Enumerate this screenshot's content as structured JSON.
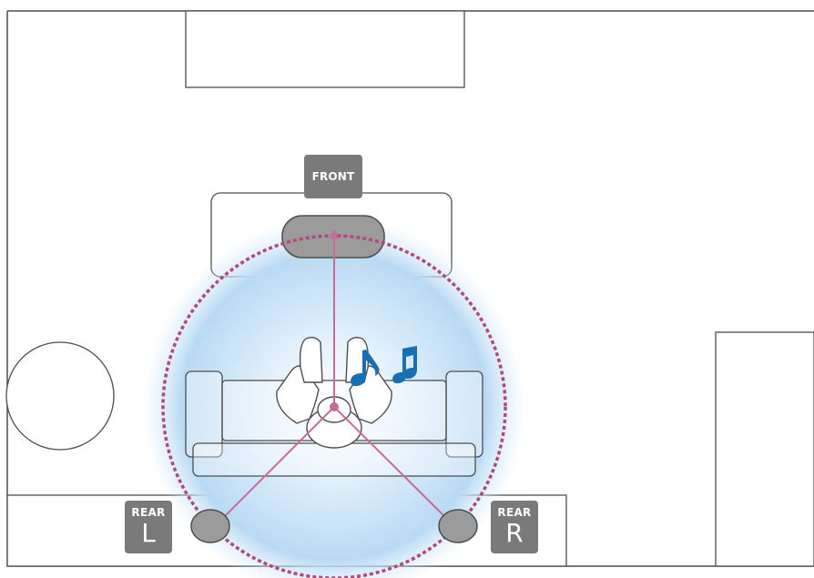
{
  "labels": {
    "front": "FRONT",
    "rear_left_top": "REAR",
    "rear_left_side": "L",
    "rear_right_top": "REAR",
    "rear_right_side": "R"
  },
  "colors": {
    "outline": "#4d4d4d",
    "speaker_label_bg": "#7a7a7a",
    "sound_field": "#bcdcf5",
    "dashed_circle": "#b3497a",
    "arrow": "#c86a97",
    "music_note": "#1a6fb3"
  },
  "icons": {
    "music_notes": "music-notes-icon",
    "listener": "listener-icon"
  }
}
